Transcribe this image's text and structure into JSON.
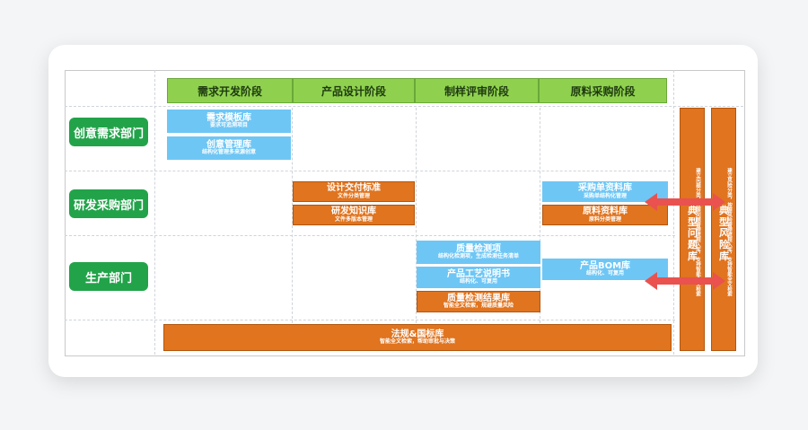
{
  "stages": [
    "需求开发阶段",
    "产品设计阶段",
    "制样评审阶段",
    "原料采购阶段"
  ],
  "departments": [
    "创意需求部门",
    "研发采购部门",
    "生产部门"
  ],
  "boxes": {
    "req_template": {
      "title": "需求模板库",
      "sub": "要求可追溯项目"
    },
    "idea_mgmt": {
      "title": "创意管理库",
      "sub": "结构化管理多来源创意"
    },
    "design_std": {
      "title": "设计交付标准",
      "sub": "文件分类管理"
    },
    "rd_knowledge": {
      "title": "研发知识库",
      "sub": "文件多版本管理"
    },
    "purchase_order": {
      "title": "采购单资料库",
      "sub": "采购单结构化管理"
    },
    "material": {
      "title": "原料资料库",
      "sub": "原料分类管理"
    },
    "quality_items": {
      "title": "质量检测项",
      "sub": "结构化检测项，生成检测任务清单"
    },
    "process_manual": {
      "title": "产品工艺说明书",
      "sub": "结构化、可复用"
    },
    "quality_results": {
      "title": "质量检测结果库",
      "sub": "智能全文检索，规避质量风险"
    },
    "product_bom": {
      "title": "产品BOM库",
      "sub": "结构化、可复用"
    },
    "regulations": {
      "title": "法规&国标库",
      "sub": "智能全文检索，帮助审批与决策"
    }
  },
  "side_columns": [
    {
      "title": "典型问题库",
      "note": "建立问题分类，按照问题管理流程入库，支持智能全文检索"
    },
    {
      "title": "典型风险库",
      "note": "建立风险分类，按照风险管理流程入库，支持智能全文检索"
    }
  ],
  "colors": {
    "stage": "#8fd14f",
    "dept": "#22a34a",
    "blue": "#6ec6f5",
    "orange": "#e0741f",
    "arrow": "#e9524f"
  }
}
